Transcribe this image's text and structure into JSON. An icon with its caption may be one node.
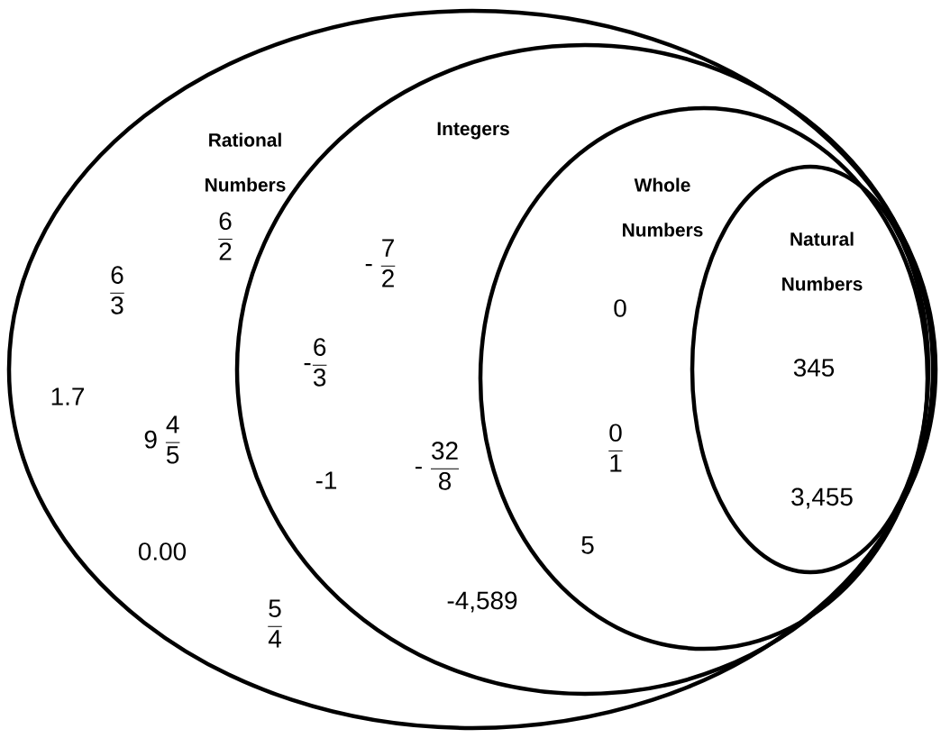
{
  "diagram": {
    "nodes": [
      {
        "text": [
          "Rational Numbers"
        ]
      },
      {
        "text": [
          "Integers"
        ],
        "in": 0
      },
      {
        "text": [
          "Whole Numbers"
        ],
        "in": 1
      },
      {
        "text": [
          "Natural Numbers"
        ],
        "in": 2
      }
    ],
    "labels": [
      "\\frac{\\text{6}}{\\text{2}}",
      "\\frac{\\text{6}}{\\text{3}}",
      "1.7",
      "\\text{9 }\\frac{\\text{4}}{\\text{5}}",
      "0.00",
      "\\frac{\\text{5}}{\\text{4}}",
      "\\text{- }\\frac{\\text{7}}{\\text{2}}",
      "\\text{-}\\frac{\\text{6}}{\\text{3}}",
      "-1",
      "\\text{- }\\frac{\\text{32}}{\\text{8}}",
      "-4,589",
      "0",
      "\\frac{\\text{0}}{\\text{1}}",
      "5",
      "345",
      "3,455"
    ]
  }
}
